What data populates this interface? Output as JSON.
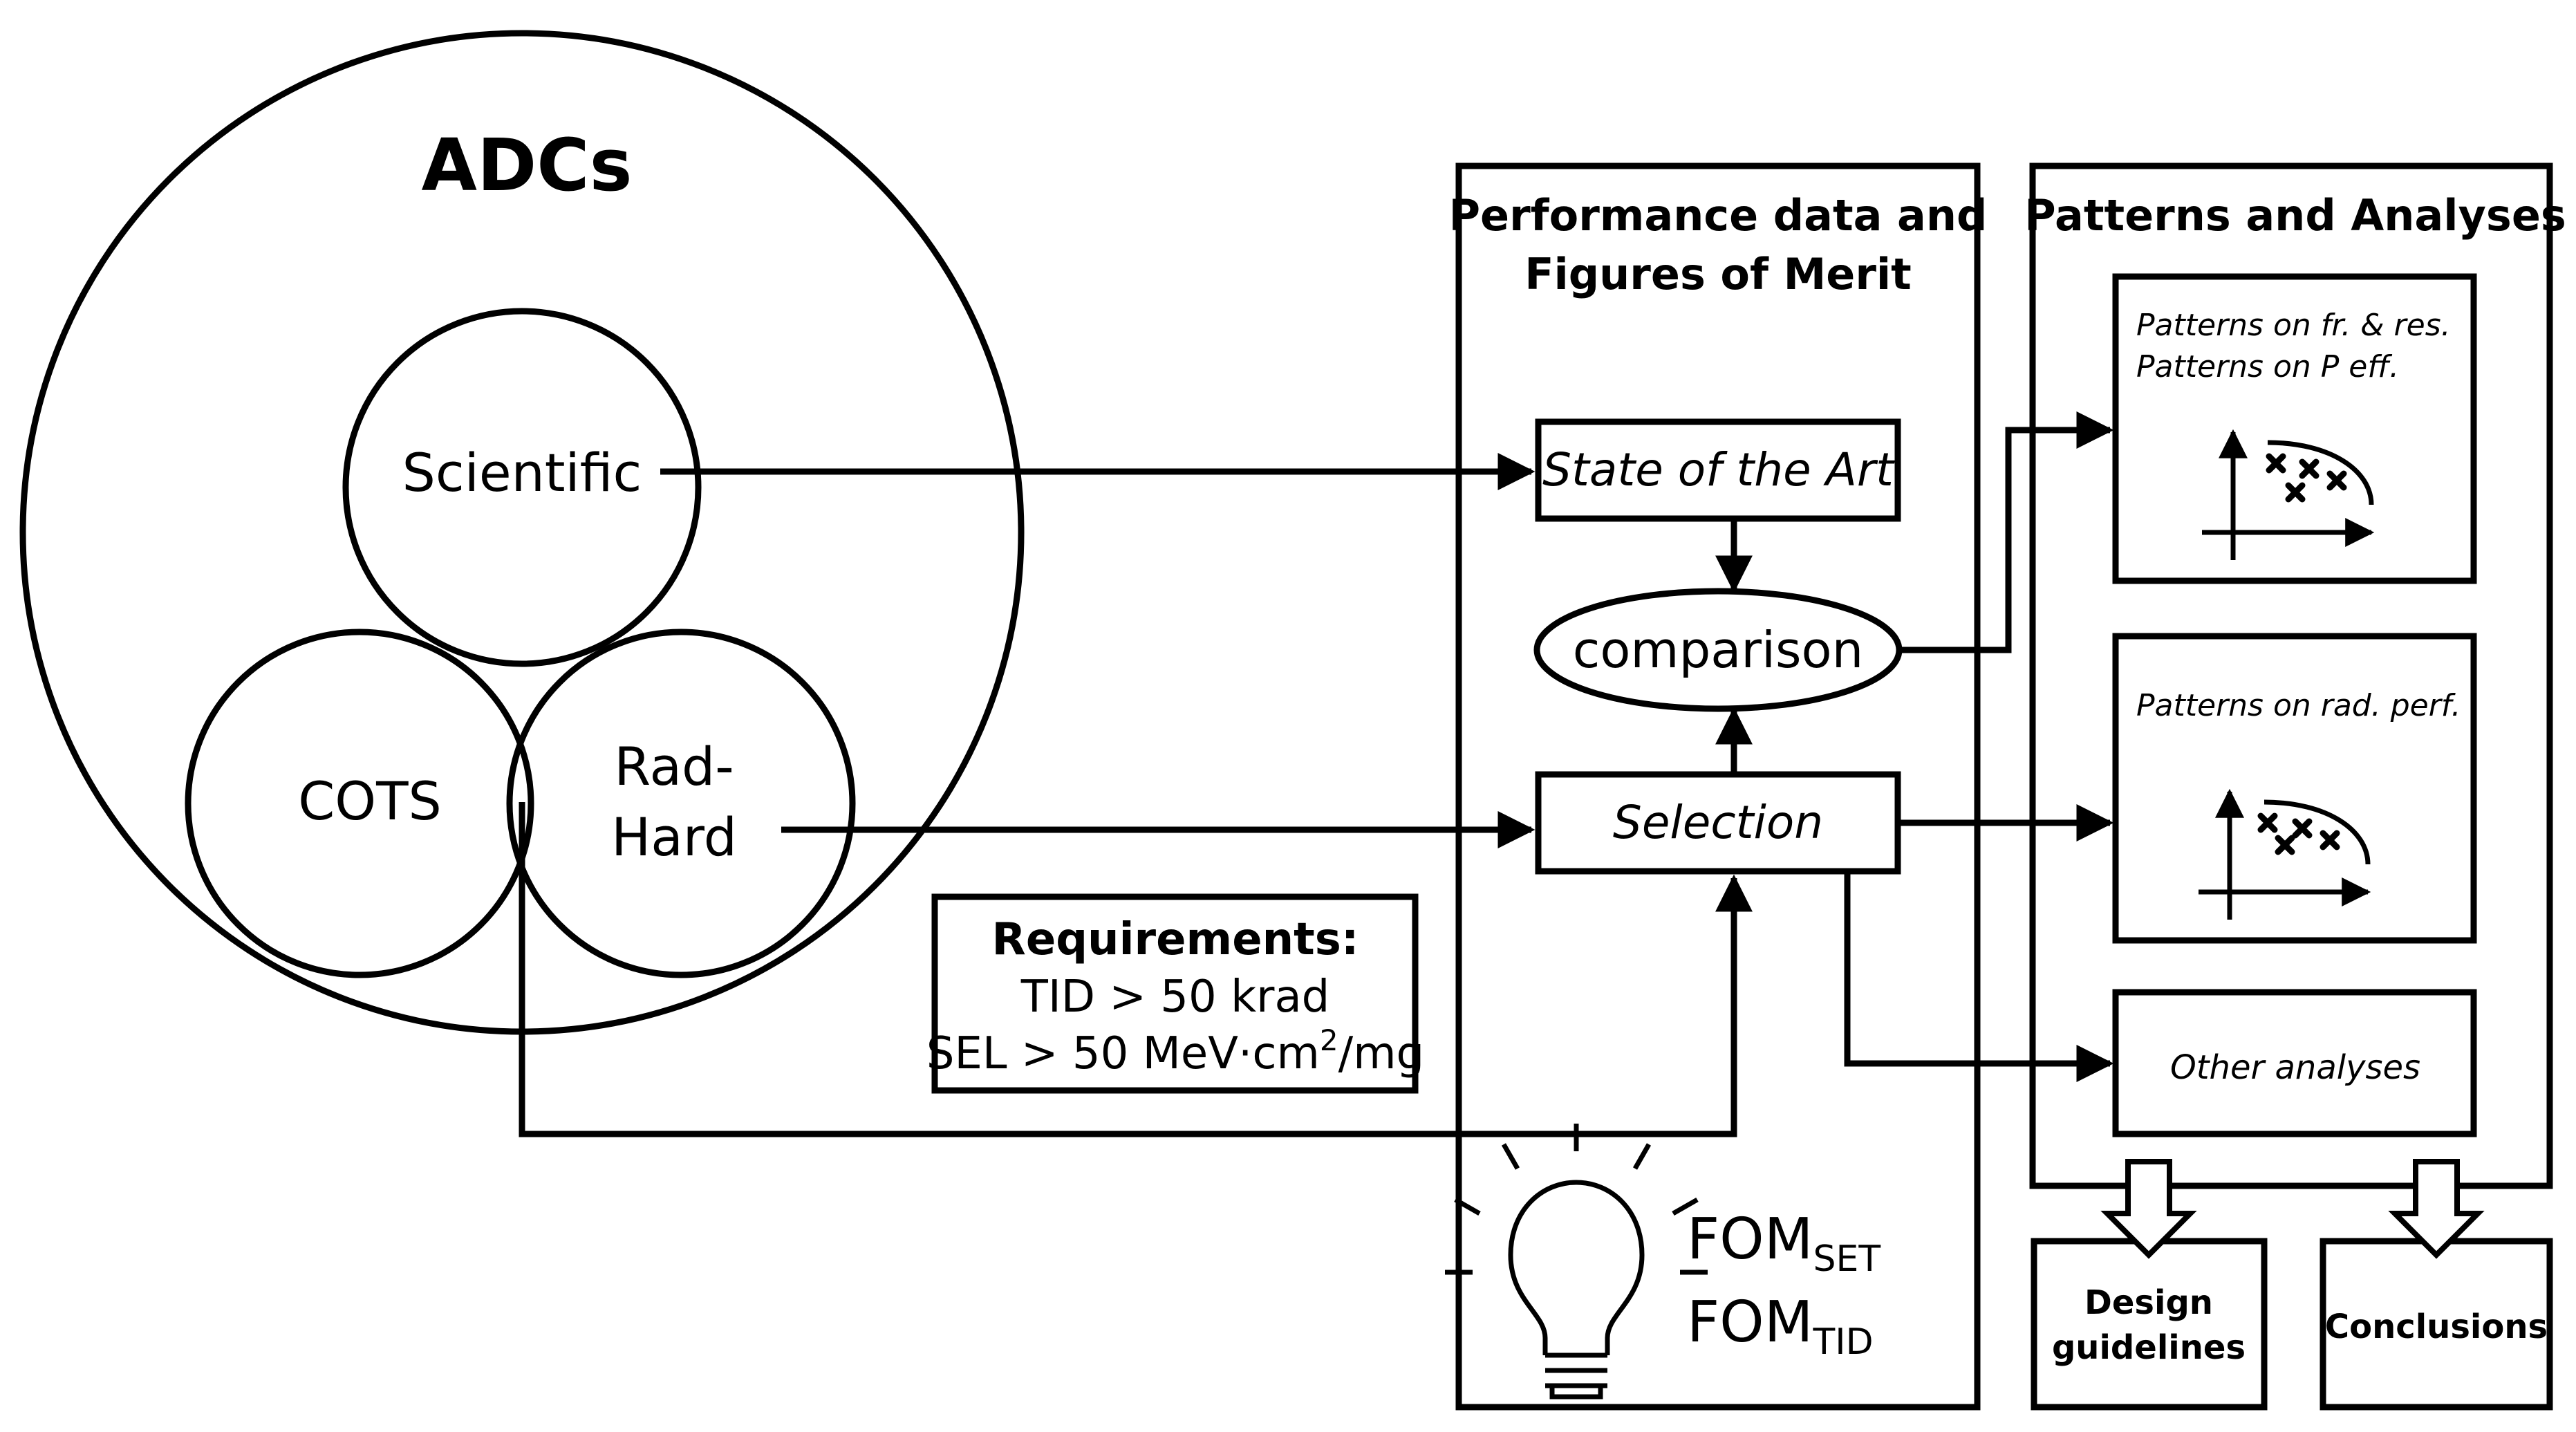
{
  "venn": {
    "title": "ADCs",
    "scientific": "Scientific",
    "cots": "COTS",
    "radhard_line1": "Rad-",
    "radhard_line2": "Hard"
  },
  "requirements": {
    "title": "Requirements:",
    "tid": "TID > 50 krad",
    "sel_prefix": "SEL > 50 MeV·cm",
    "sel_sup": "2",
    "sel_suffix": "/mg"
  },
  "performance": {
    "title_line1": "Performance data and",
    "title_line2": "Figures of Merit",
    "state_of_art": "State of the Art",
    "comparison": "comparison",
    "selection": "Selection",
    "fom1_main": "FOM",
    "fom1_sub": "SET",
    "fom2_main": "FOM",
    "fom2_sub": "TID",
    "bulb_icon": "lightbulb-icon"
  },
  "patterns": {
    "title": "Patterns and Analyses",
    "box1_line1": "Patterns on fr. & res.",
    "box1_line2": "Patterns on P eff.",
    "box2_line1": "Patterns on rad. perf.",
    "box3": "Other analyses",
    "plot_icon": "scatter-plot-icon"
  },
  "outputs": {
    "design_line1": "Design",
    "design_line2": "guidelines",
    "conclusions": "Conclusions"
  }
}
